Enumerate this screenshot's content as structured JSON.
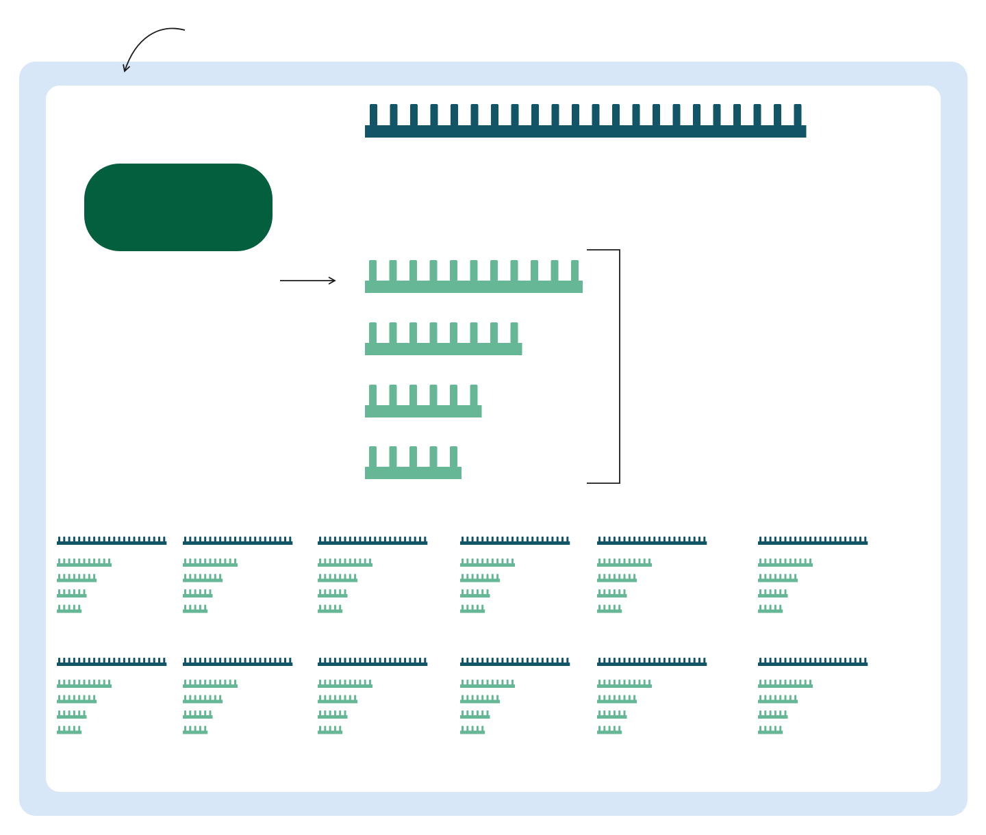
{
  "colors": {
    "outer_frame": "#d7e7f7",
    "inner_panel": "#ffffff",
    "template_strand": "#115566",
    "product_strand": "#66b795",
    "enzyme": "#035f3d",
    "line": "#1a1a1a"
  },
  "template": {
    "teeth": 22
  },
  "enzyme": {
    "label": ""
  },
  "products": [
    {
      "teeth": 11
    },
    {
      "teeth": 8
    },
    {
      "teeth": 6
    },
    {
      "teeth": 5
    }
  ],
  "mini_panels": {
    "rows": 2,
    "columns": 6,
    "template_teeth": 22,
    "product_teeth": [
      11,
      8,
      6,
      5
    ]
  }
}
